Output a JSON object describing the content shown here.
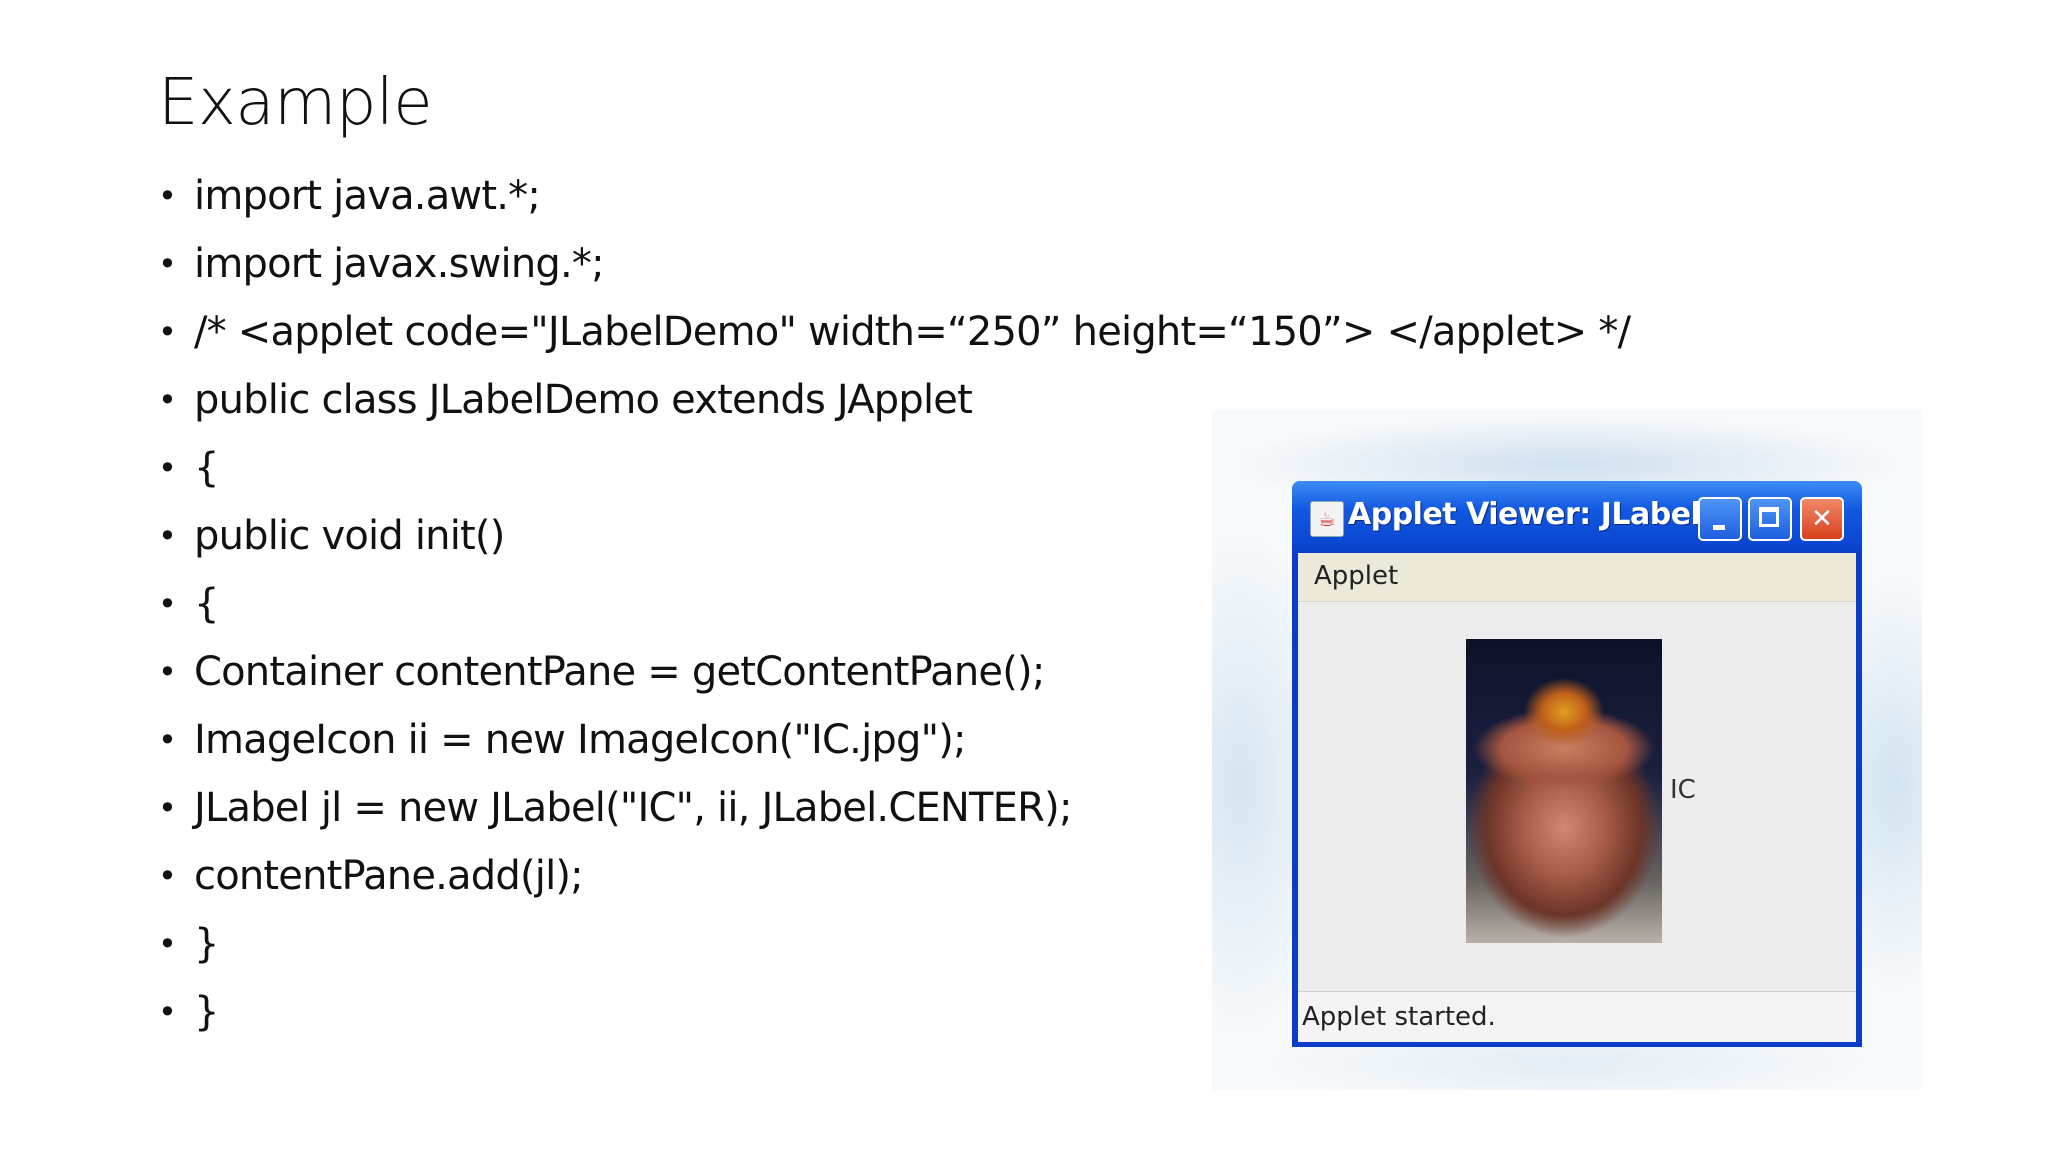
{
  "slide": {
    "title": "Example",
    "bullets": [
      "import java.awt.*;",
      "import javax.swing.*;",
      "/* <applet code=\"JLabelDemo\" width=“250” height=“150”> </applet> */",
      "public class JLabelDemo extends JApplet",
      "{",
      "public void init()",
      "{",
      "Container contentPane = getContentPane();",
      "ImageIcon ii = new ImageIcon(\"IC.jpg\");",
      "JLabel jl = new JLabel(\"IC\", ii, JLabel.CENTER);",
      "contentPane.add(jl);",
      "}",
      "}"
    ]
  },
  "applet_window": {
    "title": "Applet Viewer: JLabel...",
    "menu_label": "Applet",
    "label_text": "IC",
    "status": "Applet started.",
    "icons": [
      "java-cup-icon",
      "minimize-icon",
      "maximize-icon",
      "close-icon"
    ],
    "colors": {
      "titlebar": "#1258e0",
      "close_button": "#d8401e",
      "frame": "#0a3ec8"
    }
  }
}
